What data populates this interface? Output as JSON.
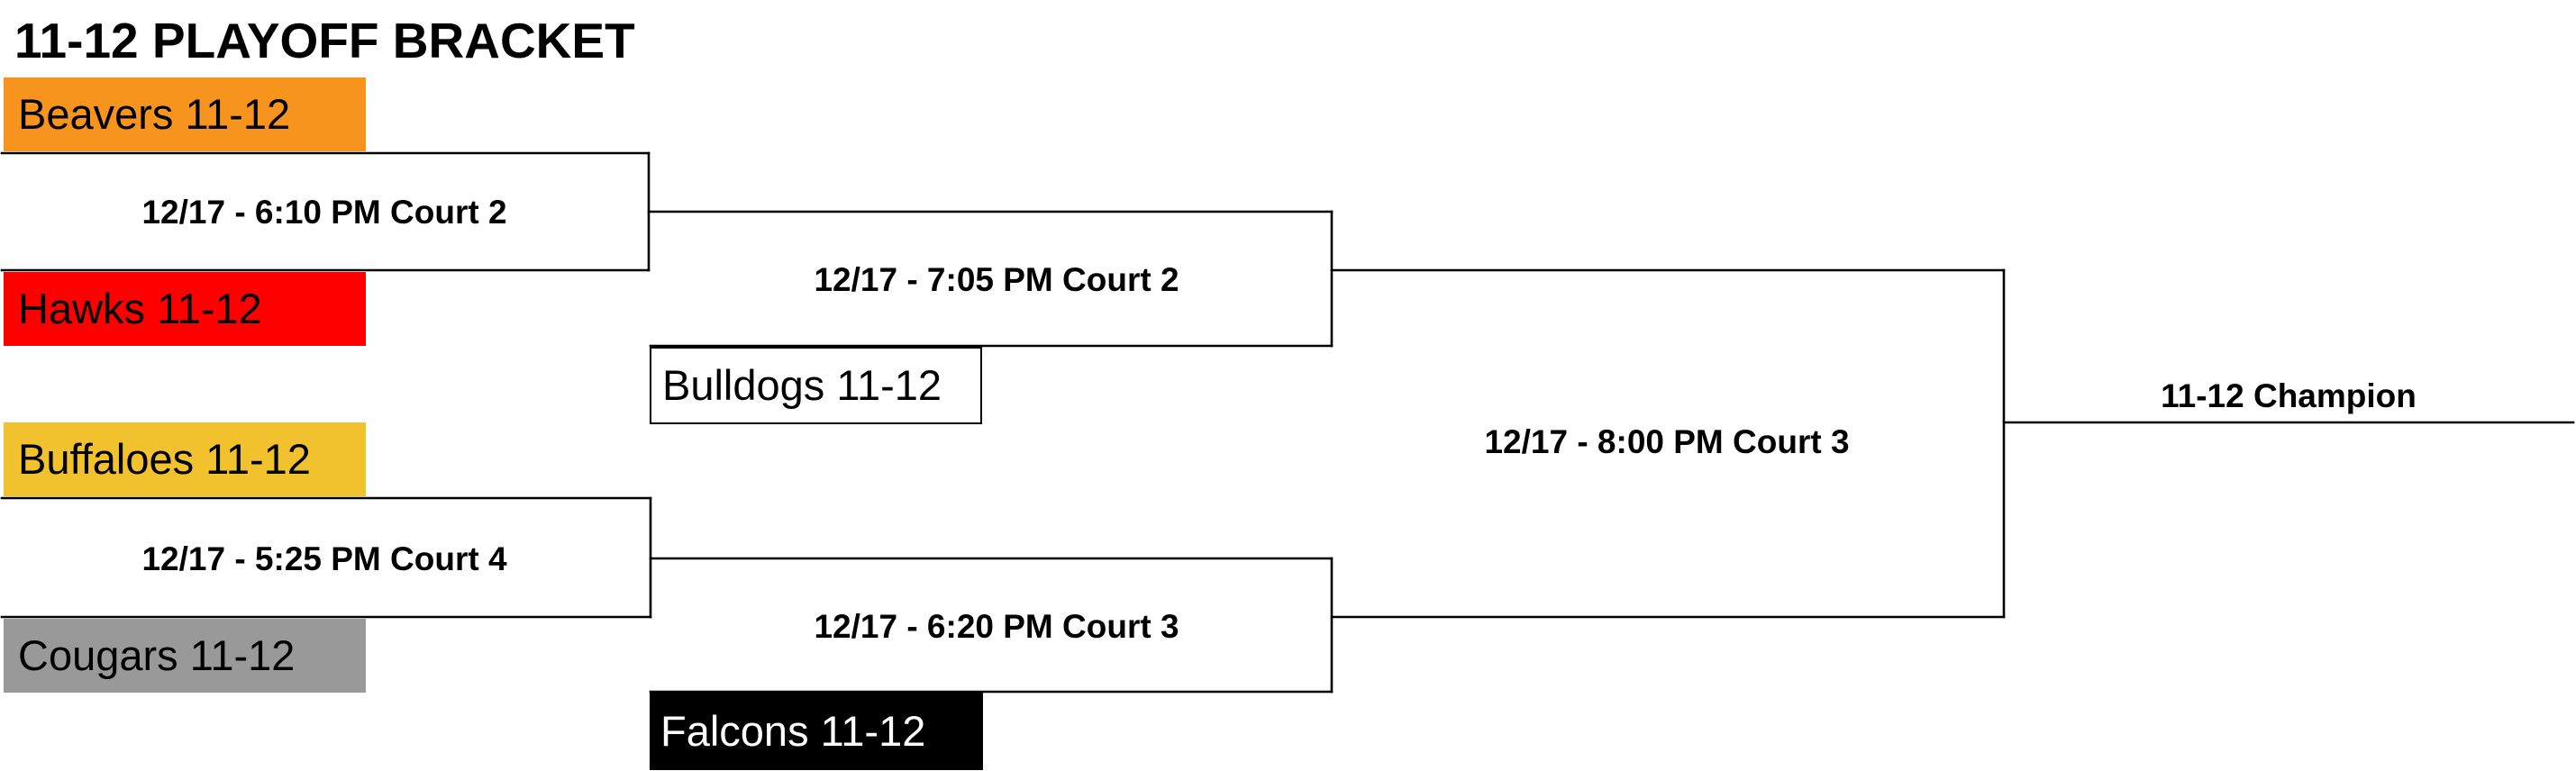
{
  "title": "11-12 PLAYOFF BRACKET",
  "colors": {
    "beavers": "#F7941D",
    "hawks": "#FF0000",
    "buffaloes": "#F2C12E",
    "cougars": "#999999",
    "bulldogs": "#FFFFFF",
    "falcons": "#000000",
    "lines": "#000000"
  },
  "teams": {
    "beavers": "Beavers 11-12",
    "hawks": "Hawks 11-12",
    "buffaloes": "Buffaloes 11-12",
    "cougars": "Cougars 11-12",
    "bulldogs": "Bulldogs 11-12",
    "falcons": "Falcons 11-12"
  },
  "games": {
    "game1": "12/17 - 6:10 PM Court 2",
    "game2": "12/17 - 5:25 PM Court 4",
    "game3": "12/17 - 7:05 PM Court 2",
    "game4": "12/17 - 6:20 PM Court 3",
    "final": "12/17 - 8:00 PM Court 3"
  },
  "champion_label": "11-12 Champion"
}
